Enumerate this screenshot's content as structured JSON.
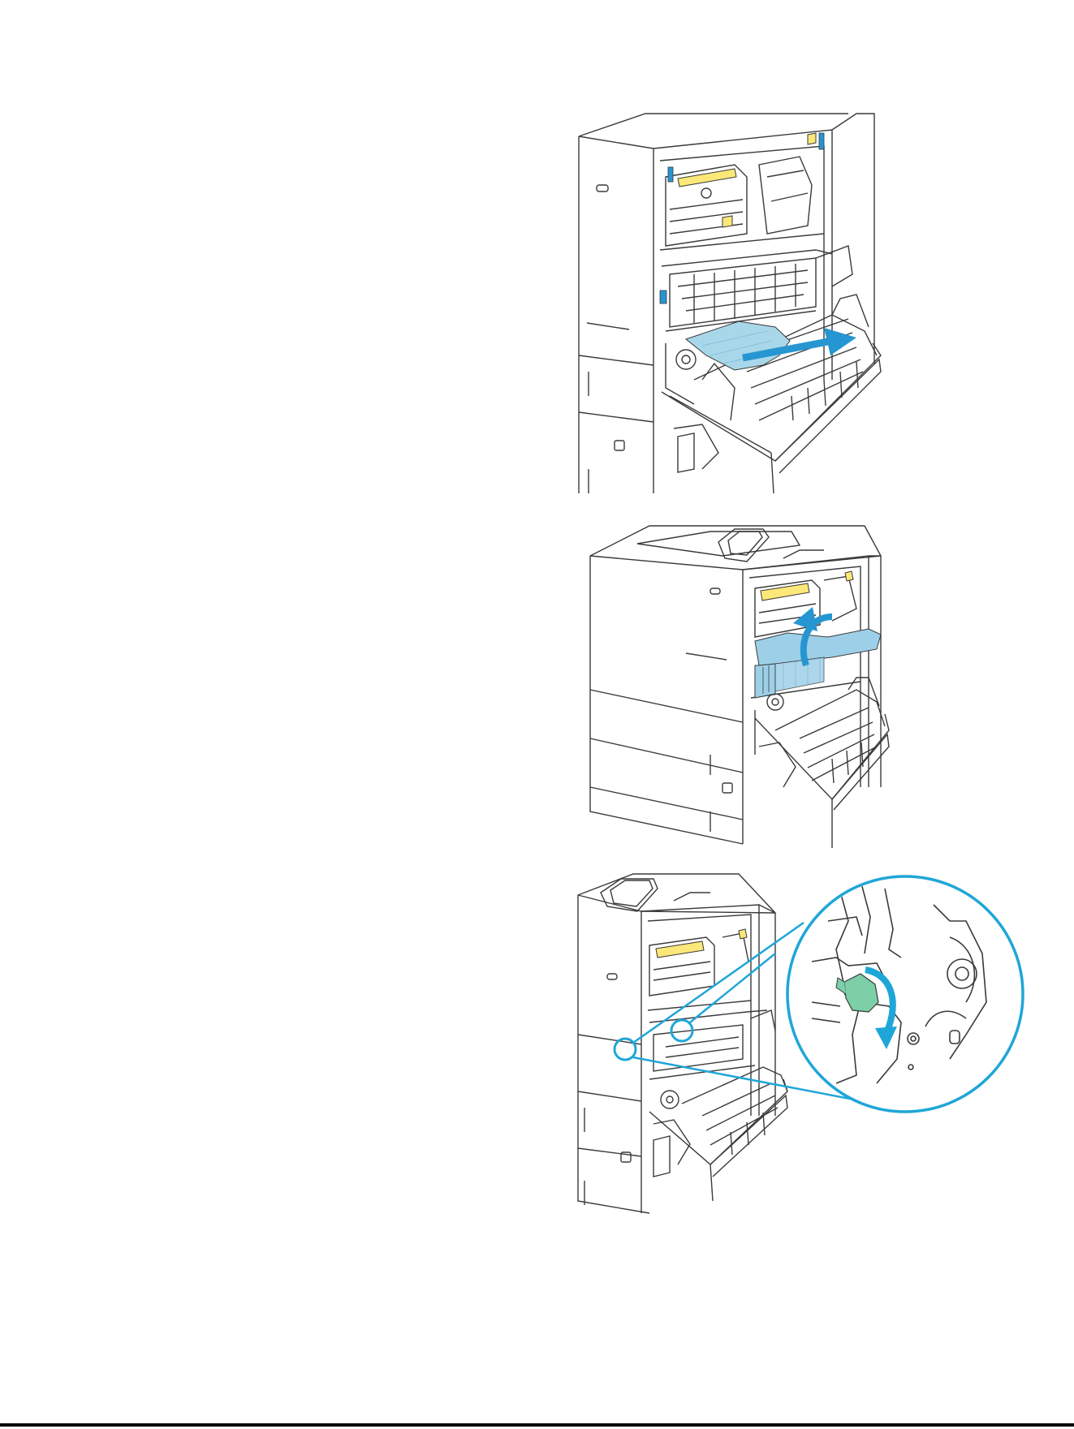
{
  "page": {
    "figures": [
      {
        "id": "fig1",
        "depicts": "remove-jammed-paper-from-duplex-path"
      },
      {
        "id": "fig2",
        "depicts": "lift-jam-access-cover"
      },
      {
        "id": "fig3",
        "depicts": "rotate-green-lever-detail"
      }
    ]
  },
  "colors": {
    "line": "#3a3a3a",
    "fill": "#ffffff",
    "yellow": "#fbe879",
    "blue_arrow": "#2596d1",
    "paper": "#a9d7ea",
    "cover": "#9dd0e8",
    "green": "#7ccfa7",
    "callout": "#1fa6d8"
  }
}
